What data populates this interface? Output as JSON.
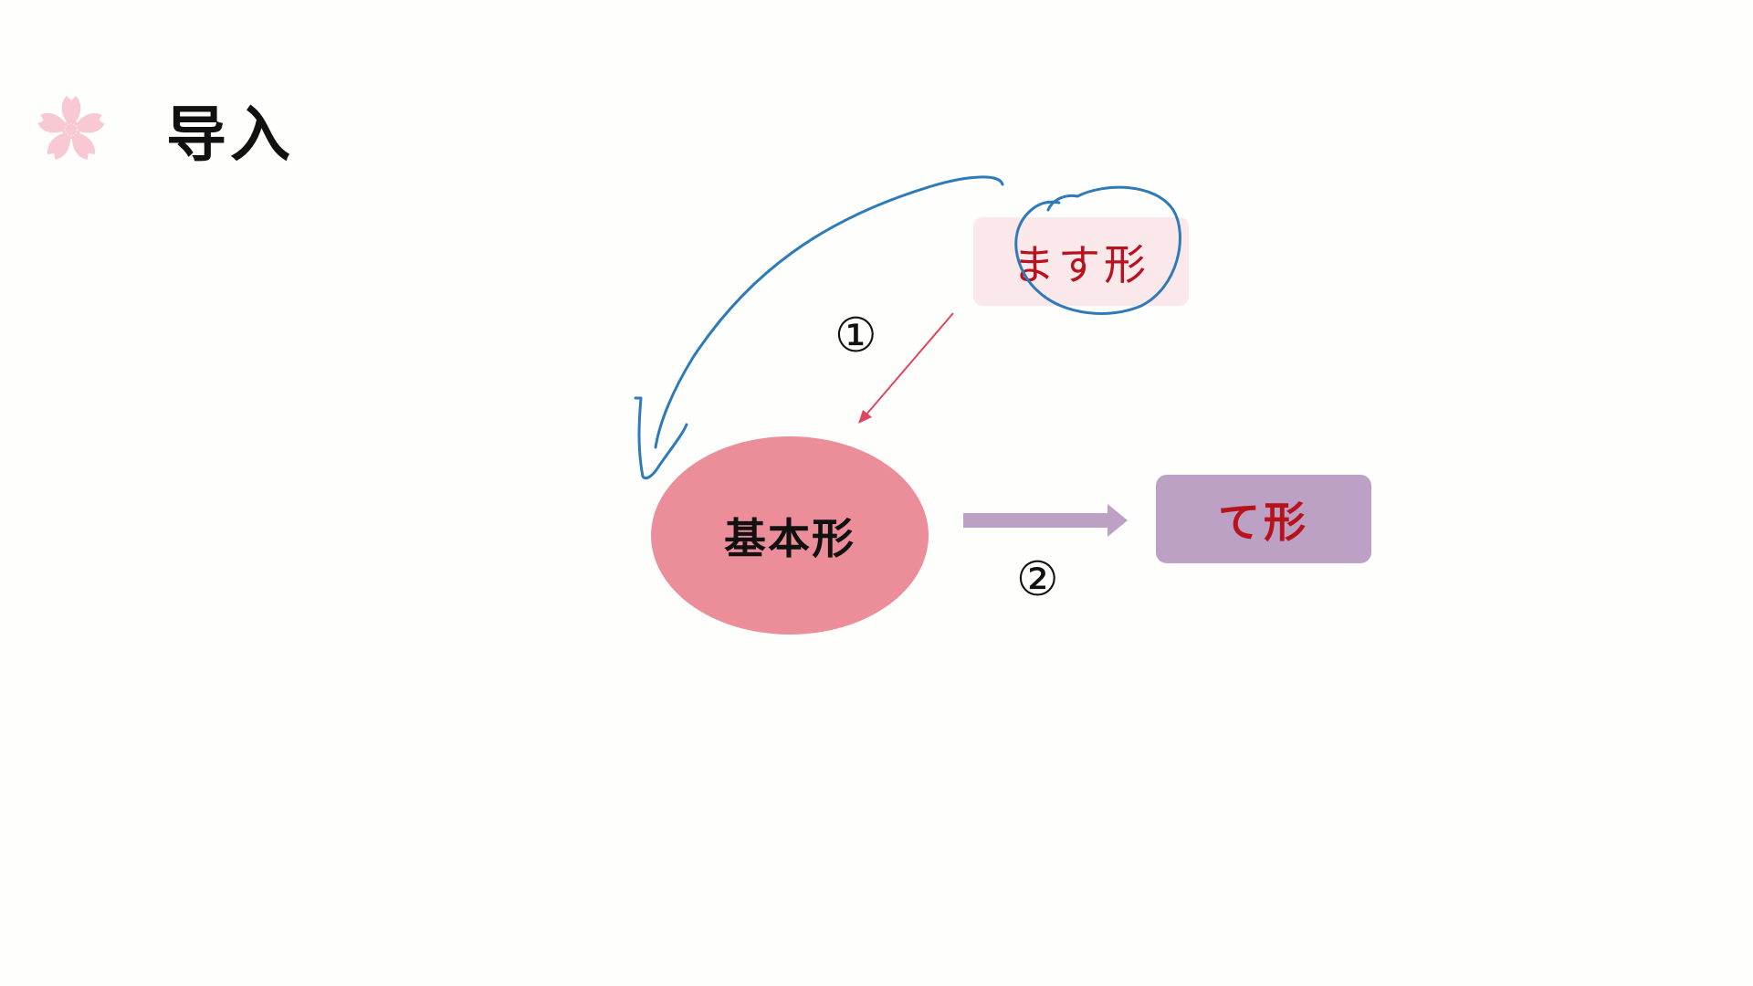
{
  "header": {
    "icon": "sakura-flower-icon",
    "title": "导入"
  },
  "diagram": {
    "nodes": {
      "masu": {
        "label": "ます形",
        "color": "#fbe8eb",
        "text_color": "#b8121c"
      },
      "kihon": {
        "label": "基本形",
        "color": "#ec8e99",
        "text_color": "#111111"
      },
      "te": {
        "label": "て形",
        "color": "#bca1c5",
        "text_color": "#b8121c"
      }
    },
    "edges": [
      {
        "from": "masu",
        "to": "kihon",
        "label": "①",
        "color": "#e0455e"
      },
      {
        "from": "kihon",
        "to": "te",
        "label": "②",
        "color": "#bca1c5"
      }
    ],
    "annotations": {
      "ink_color": "#2f7ab8",
      "circle_around": "masu",
      "curved_arrow": "masu → kihon"
    }
  }
}
